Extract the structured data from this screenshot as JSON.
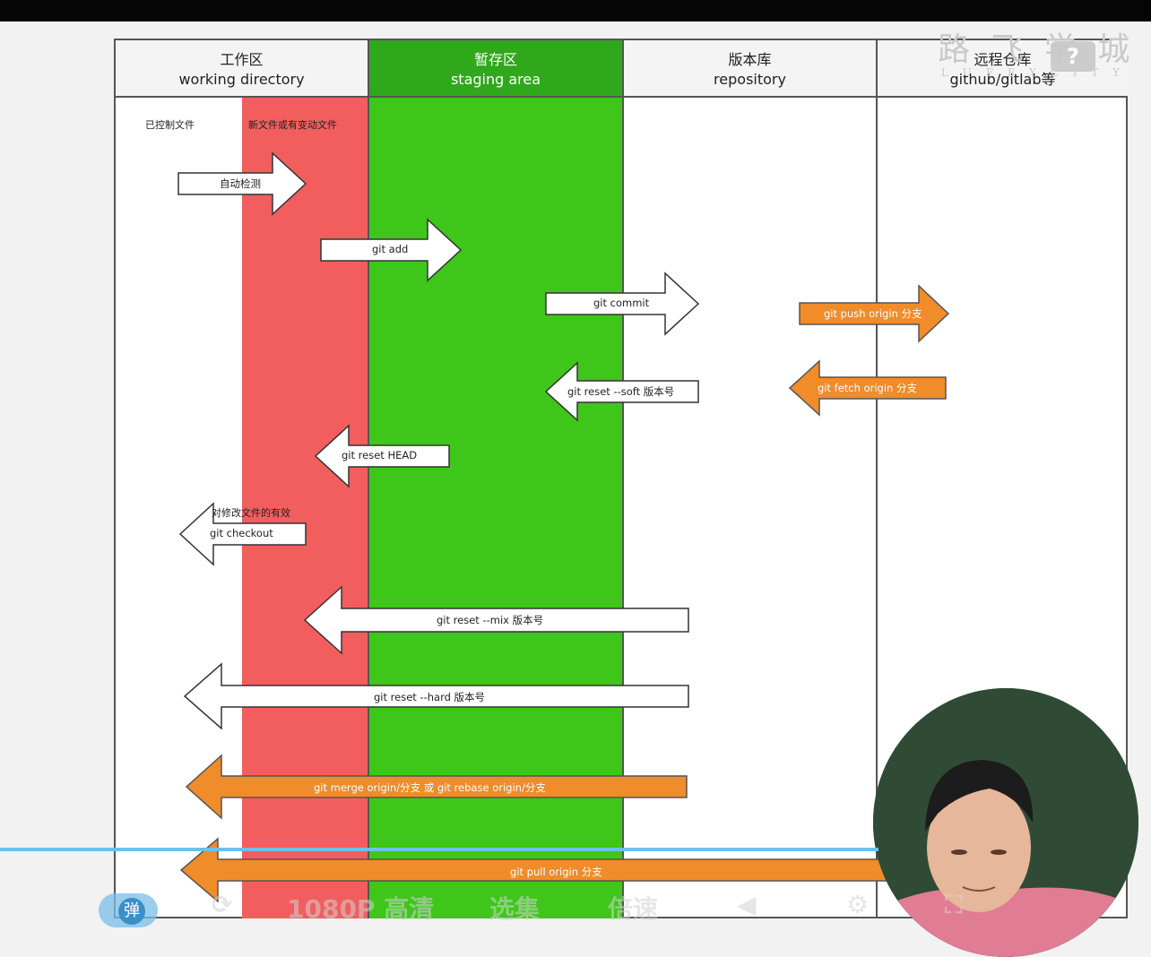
{
  "columns": [
    {
      "cn": "工作区",
      "en": "working directory"
    },
    {
      "cn": "暂存区",
      "en": "staging area"
    },
    {
      "cn": "版本库",
      "en": "repository"
    },
    {
      "cn": "远程仓库",
      "en": "github/gitlab等"
    }
  ],
  "notes": {
    "tracked": "已控制文件",
    "new_changed": "新文件或有变动文件",
    "checkout_note": "对修改文件的有效"
  },
  "arrows": {
    "auto_detect": "自动检测",
    "git_add": "git add",
    "git_commit": "git commit",
    "git_push": "git push origin 分支",
    "git_reset_soft": "git reset --soft 版本号",
    "git_fetch": "git fetch origin  分支",
    "git_reset_head": "git reset HEAD",
    "git_checkout": "git checkout",
    "git_reset_mix": "git reset --mix 版本号",
    "git_reset_hard": "git reset --hard 版本号",
    "git_merge": "git merge origin/分支 或 git rebase origin/分支",
    "git_pull": "git pull origin  分支"
  },
  "watermark": {
    "cn": "路 飞 学 城",
    "en": "L U F F Y C I T Y"
  },
  "player": {
    "danmu": "弹",
    "quality": "1080P 高清",
    "episodes": "选集",
    "speed": "倍速"
  },
  "colors": {
    "red_zone": "#f25e5e",
    "green_zone": "#3ec61b",
    "orange_arrow": "#f08c2a"
  }
}
